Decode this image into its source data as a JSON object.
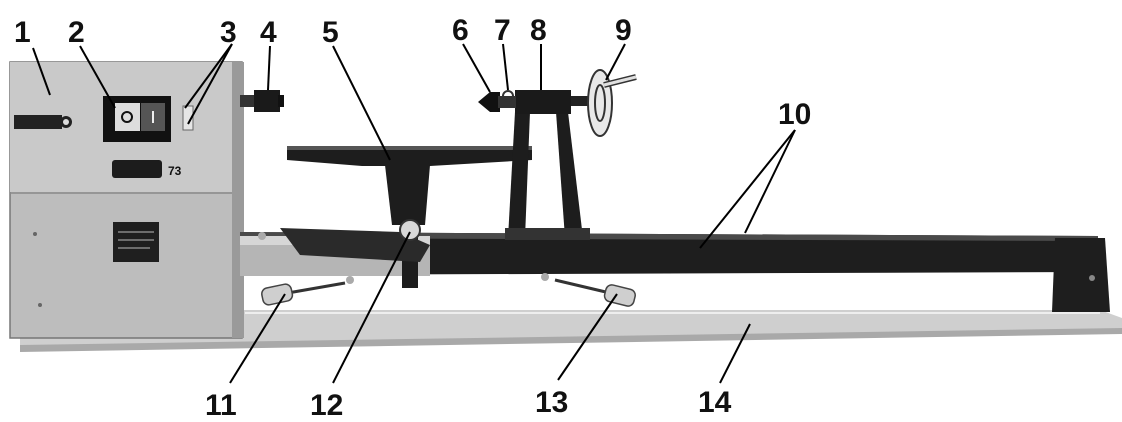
{
  "callouts": [
    {
      "id": "c1",
      "label": "1"
    },
    {
      "id": "c2",
      "label": "2"
    },
    {
      "id": "c3",
      "label": "3"
    },
    {
      "id": "c4",
      "label": "4"
    },
    {
      "id": "c5",
      "label": "5"
    },
    {
      "id": "c6",
      "label": "6"
    },
    {
      "id": "c7",
      "label": "7"
    },
    {
      "id": "c8",
      "label": "8"
    },
    {
      "id": "c9",
      "label": "9"
    },
    {
      "id": "c10",
      "label": "10"
    },
    {
      "id": "c11",
      "label": "11"
    },
    {
      "id": "c12",
      "label": "12"
    },
    {
      "id": "c13",
      "label": "13"
    },
    {
      "id": "c14",
      "label": "14"
    }
  ],
  "machine": {
    "badge_text": "73",
    "colors": {
      "housing": "#bdbdbd",
      "housing_shadow": "#9a9a9a",
      "bed": "#1e1e1e",
      "base_plate": "#d0d0d0",
      "handle": "#cfcfcf"
    }
  }
}
